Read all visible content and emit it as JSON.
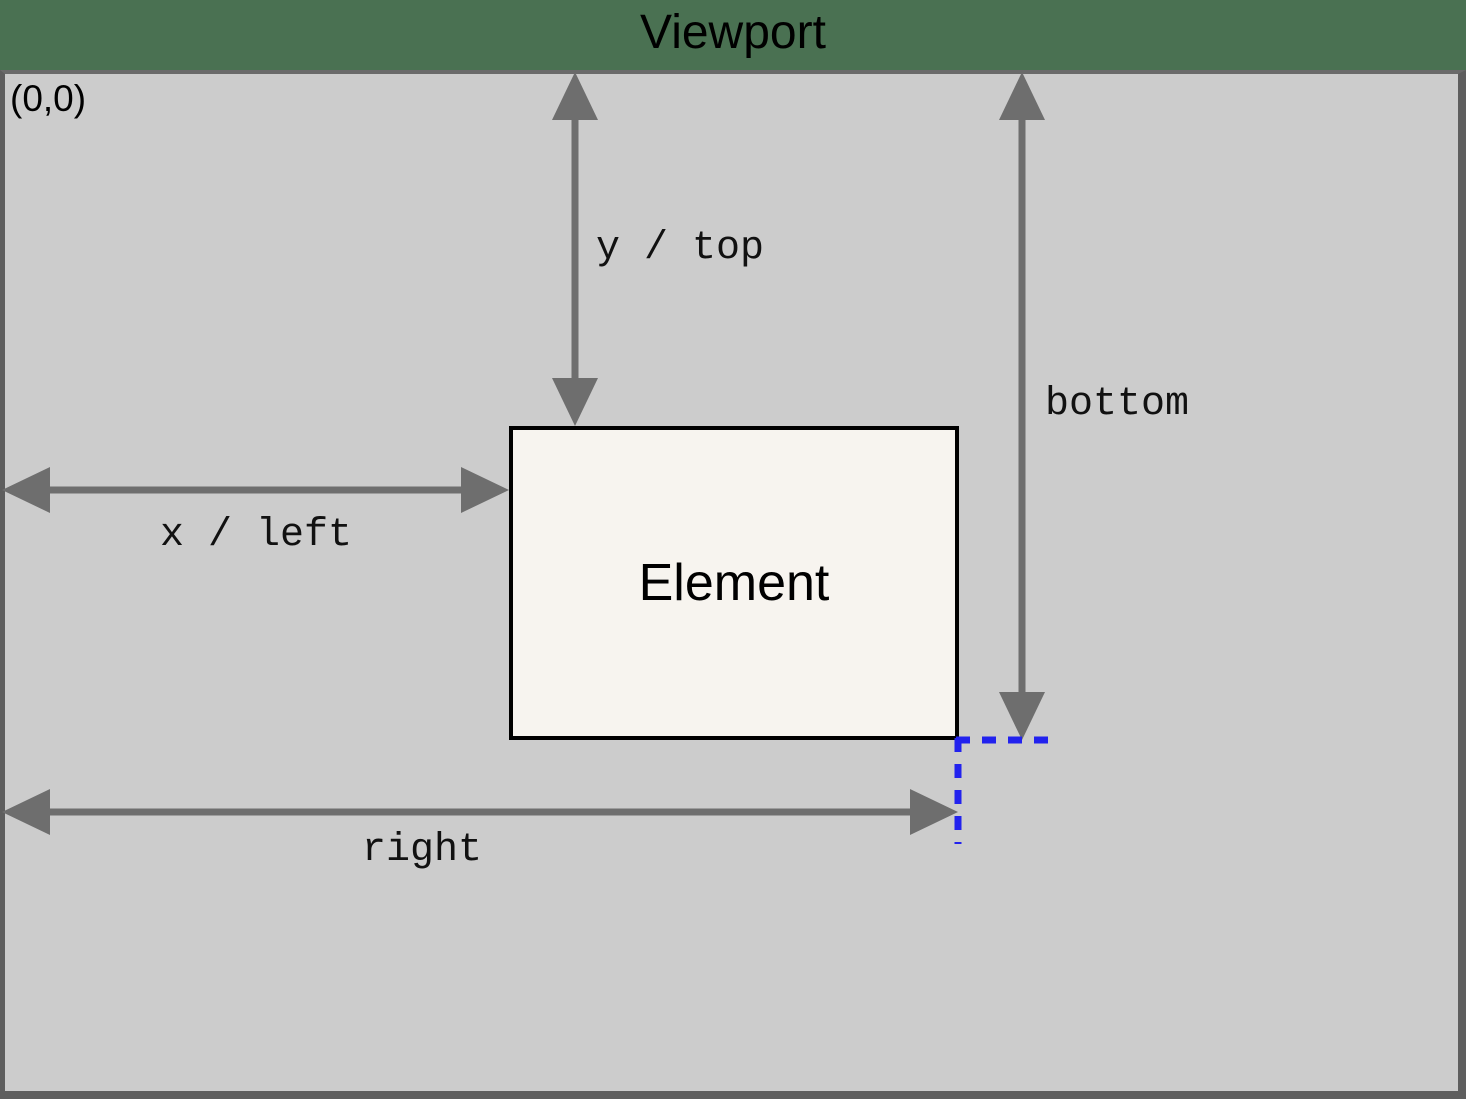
{
  "header": {
    "title": "Viewport",
    "background_color": "#4a7152"
  },
  "viewport": {
    "name": "Viewport",
    "origin_label": "(0,0)",
    "background_color": "#cccccc",
    "border_color": "#5e5e5e"
  },
  "element": {
    "label": "Element",
    "background_color": "#f7f4ef",
    "border_color": "#000000"
  },
  "measurements": [
    {
      "id": "y-top",
      "label": "y / top",
      "axis": "vertical",
      "description": "distance from viewport top edge to element top edge"
    },
    {
      "id": "bottom",
      "label": "bottom",
      "axis": "vertical",
      "description": "distance from viewport top edge to element bottom edge"
    },
    {
      "id": "x-left",
      "label": "x / left",
      "axis": "horizontal",
      "description": "distance from viewport left edge to element left edge"
    },
    {
      "id": "right",
      "label": "right",
      "axis": "horizontal",
      "description": "distance from viewport left edge to element right edge"
    }
  ],
  "colors": {
    "arrow": "#6e6e6e",
    "guide_dashed": "#2222ee",
    "text": "#000000"
  },
  "guides": {
    "dashed_color": "#2222ee",
    "dashed_horizontal": "element bottom edge extended right",
    "dashed_vertical": "element right edge extended down"
  }
}
